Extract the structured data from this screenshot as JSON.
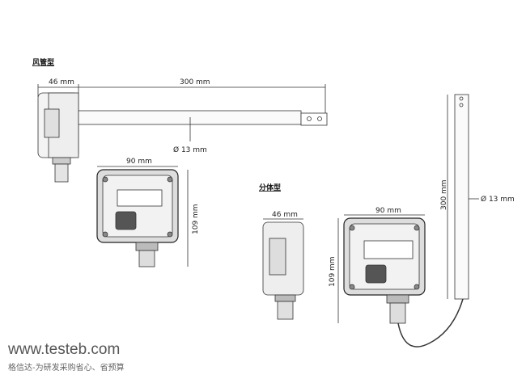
{
  "sections": {
    "duct": "风管型",
    "split": "分体型"
  },
  "dims": {
    "duct_depth": "46 mm",
    "duct_probe_len": "300 mm",
    "duct_probe_dia": "Ø 13 mm",
    "duct_width": "90 mm",
    "duct_height": "109 mm",
    "split_depth": "46 mm",
    "split_width": "90 mm",
    "split_height": "109 mm",
    "split_probe_len": "300 mm",
    "split_probe_dia": "Ø 13 mm"
  },
  "watermark": {
    "url": "www.testeb.com",
    "slogan": "格信达-为研发采购省心、省预算"
  }
}
